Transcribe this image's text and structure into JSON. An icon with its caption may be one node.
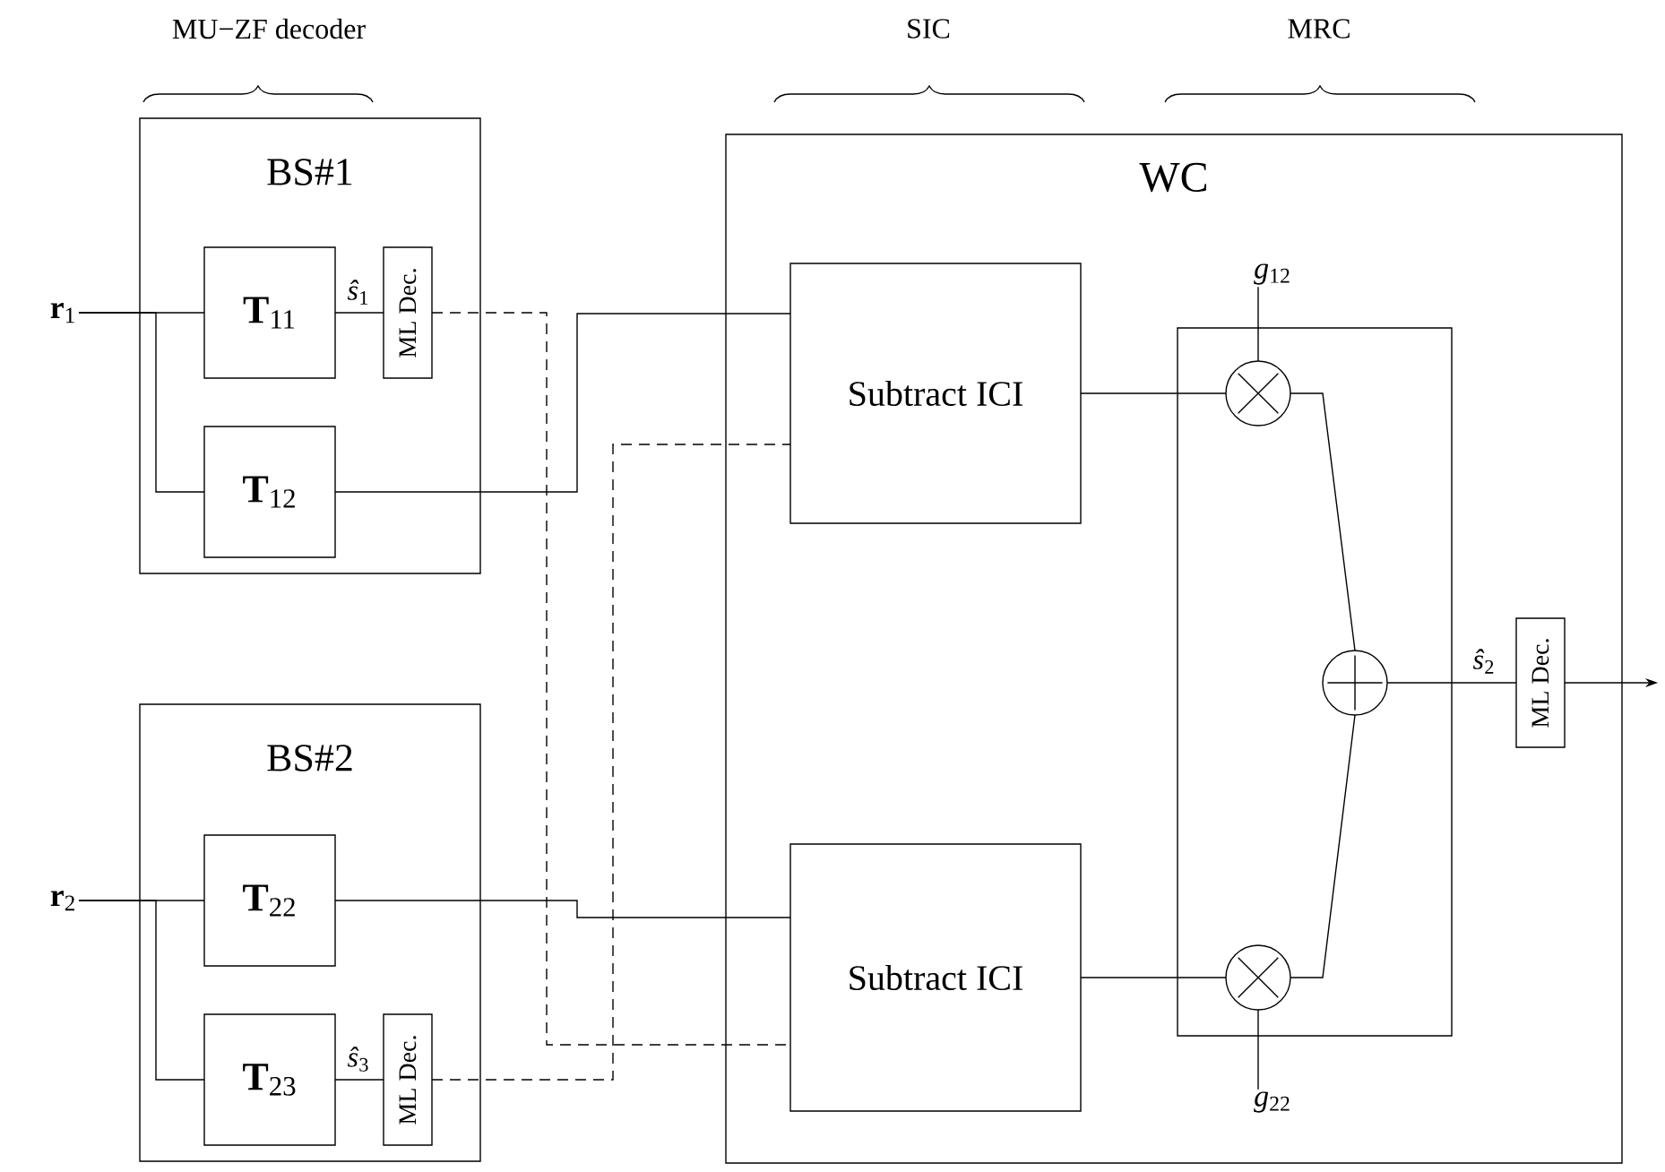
{
  "diagram": {
    "nodes": [
      {
        "text": [
          "BS#1"
        ]
      },
      {
        "text": [
          "**T**$_{11}$"
        ],
        "in": 0
      },
      {
        "text": [
          "ML Dec."
        ],
        "in": 0
      },
      {
        "text": [
          "**T**$_{12}$"
        ],
        "in": 0
      },
      {
        "text": [
          "BS#2"
        ]
      },
      {
        "text": [
          "**T**$_{22}$"
        ],
        "in": 4
      },
      {
        "text": [
          "**T**$_{23}$"
        ],
        "in": 4
      },
      {
        "text": [
          "ML Dec."
        ],
        "in": 4
      },
      {
        "text": [
          "WC"
        ]
      },
      {
        "text": [
          "Subtract ICI"
        ],
        "in": 8
      },
      {
        "text": [
          "Subtract ICI"
        ],
        "in": 8
      },
      {
        "text": [],
        "shape": "box",
        "in": 8
      },
      {
        "text": [],
        "shape": "circle",
        "in": 11
      },
      {
        "text": [],
        "shape": "circle",
        "in": 11
      },
      {
        "text": [],
        "shape": "circle",
        "in": 11
      },
      {
        "text": [
          "ML Dec."
        ],
        "in": 8
      },
      {
        "text": [
          "**r**$_{1}$"
        ]
      },
      {
        "text": [
          "**r**$_{2}$"
        ]
      },
      {
        "text": [
          "*g*$_{12}$"
        ],
        "in": 8
      },
      {
        "text": [
          "*g*$_{22}$"
        ],
        "in": 8
      }
    ],
    "edges": [
      {
        "from": 16,
        "to": 1,
        "arrow": "none"
      },
      {
        "from": 16,
        "to": 3,
        "arrow": "none"
      },
      {
        "from": 1,
        "to": 2,
        "arrow": "none",
        "label": "*ŝ*$_{1}$"
      },
      {
        "from": 2,
        "to": 10,
        "arrow": "none",
        "style": "dashed"
      },
      {
        "from": 3,
        "to": 9,
        "arrow": "none"
      },
      {
        "from": 17,
        "to": 5,
        "arrow": "none"
      },
      {
        "from": 17,
        "to": 6,
        "arrow": "none"
      },
      {
        "from": 5,
        "to": 10,
        "arrow": "none"
      },
      {
        "from": 6,
        "to": 7,
        "arrow": "none",
        "label": "*ŝ*$_{3}$"
      },
      {
        "from": 7,
        "to": 9,
        "arrow": "none",
        "style": "dashed"
      },
      {
        "from": 9,
        "to": 12,
        "arrow": "none"
      },
      {
        "from": 10,
        "to": 14,
        "arrow": "none"
      },
      {
        "from": 18,
        "to": 12,
        "arrow": "none"
      },
      {
        "from": 19,
        "to": 14,
        "arrow": "none"
      },
      {
        "from": 12,
        "to": 13,
        "arrow": "none"
      },
      {
        "from": 14,
        "to": 13,
        "arrow": "none"
      },
      {
        "from": 13,
        "to": 15,
        "arrow": "none",
        "label": "*ŝ*$_{2}$"
      },
      {
        "from": 15,
        "to": null,
        "arrow": "to"
      }
    ],
    "labels": [
      "MU−ZF decoder",
      "SIC",
      "MRC"
    ]
  }
}
